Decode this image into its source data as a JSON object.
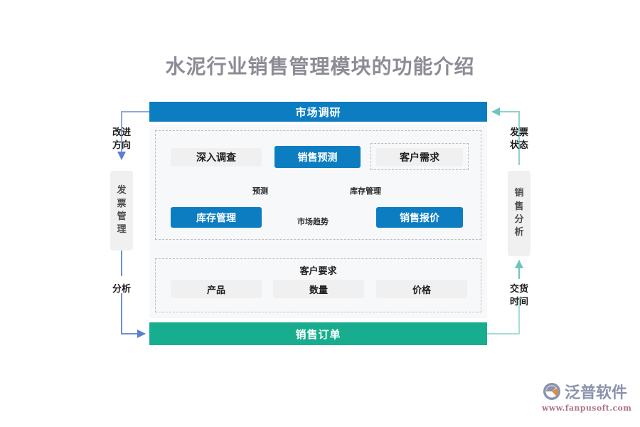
{
  "page": {
    "title": "水泥行业销售管理模块的功能介绍",
    "background": "#ffffff"
  },
  "colors": {
    "blue": "#0d7dc2",
    "green": "#18ad8e",
    "panel": "#f6f8fa",
    "node_gray": "#f0f0f0",
    "dash_border": "#bdbdbd",
    "title_gray": "#8c8c96",
    "arrow_blue": "#6e8fd6",
    "arrow_teal": "#8fd3ca",
    "arrow_dark": "#595959"
  },
  "flow": {
    "top_bar": {
      "label": "市场调研"
    },
    "bottom_bar": {
      "label": "销售订单"
    },
    "row1": [
      {
        "label": "深入调查",
        "style": "gray"
      },
      {
        "label": "销售预测",
        "style": "blue"
      },
      {
        "label": "客户需求",
        "style": "gray"
      }
    ],
    "row2": [
      {
        "label": "库存管理",
        "style": "blue"
      },
      {
        "label": "销售报价",
        "style": "blue"
      }
    ],
    "edge_labels": {
      "left": "预测",
      "right": "库存管理",
      "middle": "市场趋势"
    },
    "requirements": {
      "title": "客户要求",
      "items": [
        "产品",
        "数量",
        "价格"
      ]
    }
  },
  "left_side": {
    "top_label": "改进\n方向",
    "top_label_lines": [
      "改进",
      "方向"
    ],
    "box_label": "发票管理",
    "box_chars": [
      "发",
      "票",
      "管",
      "理"
    ],
    "bottom_label": "分析"
  },
  "right_side": {
    "top_label_lines": [
      "发票",
      "状态"
    ],
    "box_label": "销售分析",
    "box_chars": [
      "销",
      "售",
      "分",
      "析"
    ],
    "bottom_label_lines": [
      "交货",
      "时间"
    ]
  },
  "watermark": {
    "text": "泛普软件"
  },
  "logo": {
    "name": "泛普软件",
    "url": "www.fanpusoft.com",
    "icon": "fanpu-logo-icon"
  },
  "chart_data": {
    "type": "diagram",
    "title": "水泥行业销售管理模块的功能介绍",
    "nodes": [
      {
        "id": "market_research",
        "label": "市场调研",
        "role": "header-bar",
        "color": "#0d7dc2"
      },
      {
        "id": "deep_survey",
        "label": "深入调查",
        "role": "box",
        "color": "#f0f0f0"
      },
      {
        "id": "sales_forecast",
        "label": "销售预测",
        "role": "box",
        "color": "#0d7dc2"
      },
      {
        "id": "customer_demand",
        "label": "客户需求",
        "role": "box",
        "color": "#f0f0f0"
      },
      {
        "id": "inventory_mgmt",
        "label": "库存管理",
        "role": "box",
        "color": "#0d7dc2"
      },
      {
        "id": "sales_quote",
        "label": "销售报价",
        "role": "box",
        "color": "#0d7dc2"
      },
      {
        "id": "customer_req",
        "label": "客户要求",
        "role": "group-title"
      },
      {
        "id": "product",
        "label": "产品",
        "role": "box",
        "color": "#f0f0f0"
      },
      {
        "id": "quantity",
        "label": "数量",
        "role": "box",
        "color": "#f0f0f0"
      },
      {
        "id": "price",
        "label": "价格",
        "role": "box",
        "color": "#f0f0f0"
      },
      {
        "id": "sales_order",
        "label": "销售订单",
        "role": "footer-bar",
        "color": "#18ad8e"
      },
      {
        "id": "invoice_mgmt",
        "label": "发票管理",
        "role": "side-box-left",
        "color": "#f0f0f0"
      },
      {
        "id": "sales_analysis",
        "label": "销售分析",
        "role": "side-box-right",
        "color": "#f0f0f0"
      }
    ],
    "edges": [
      {
        "from": "deep_survey",
        "to": "sales_forecast",
        "label": ""
      },
      {
        "from": "sales_forecast",
        "to": "customer_demand",
        "label": ""
      },
      {
        "from": "sales_forecast",
        "to": "inventory_mgmt",
        "label": "预测"
      },
      {
        "from": "sales_forecast",
        "to": "sales_quote",
        "label": "库存管理"
      },
      {
        "from": "inventory_mgmt",
        "to": "sales_quote",
        "label": "市场趋势"
      },
      {
        "from": "inventory_mgmt",
        "to": "product",
        "label": ""
      },
      {
        "from": "sales_quote",
        "to": "price",
        "label": ""
      },
      {
        "from": "market_research",
        "to": "invoice_mgmt",
        "label": "改进方向"
      },
      {
        "from": "invoice_mgmt",
        "to": "sales_order",
        "label": "分析"
      },
      {
        "from": "sales_order",
        "to": "sales_analysis",
        "label": "交货时间"
      },
      {
        "from": "sales_analysis",
        "to": "market_research",
        "label": "发票状态"
      }
    ]
  }
}
